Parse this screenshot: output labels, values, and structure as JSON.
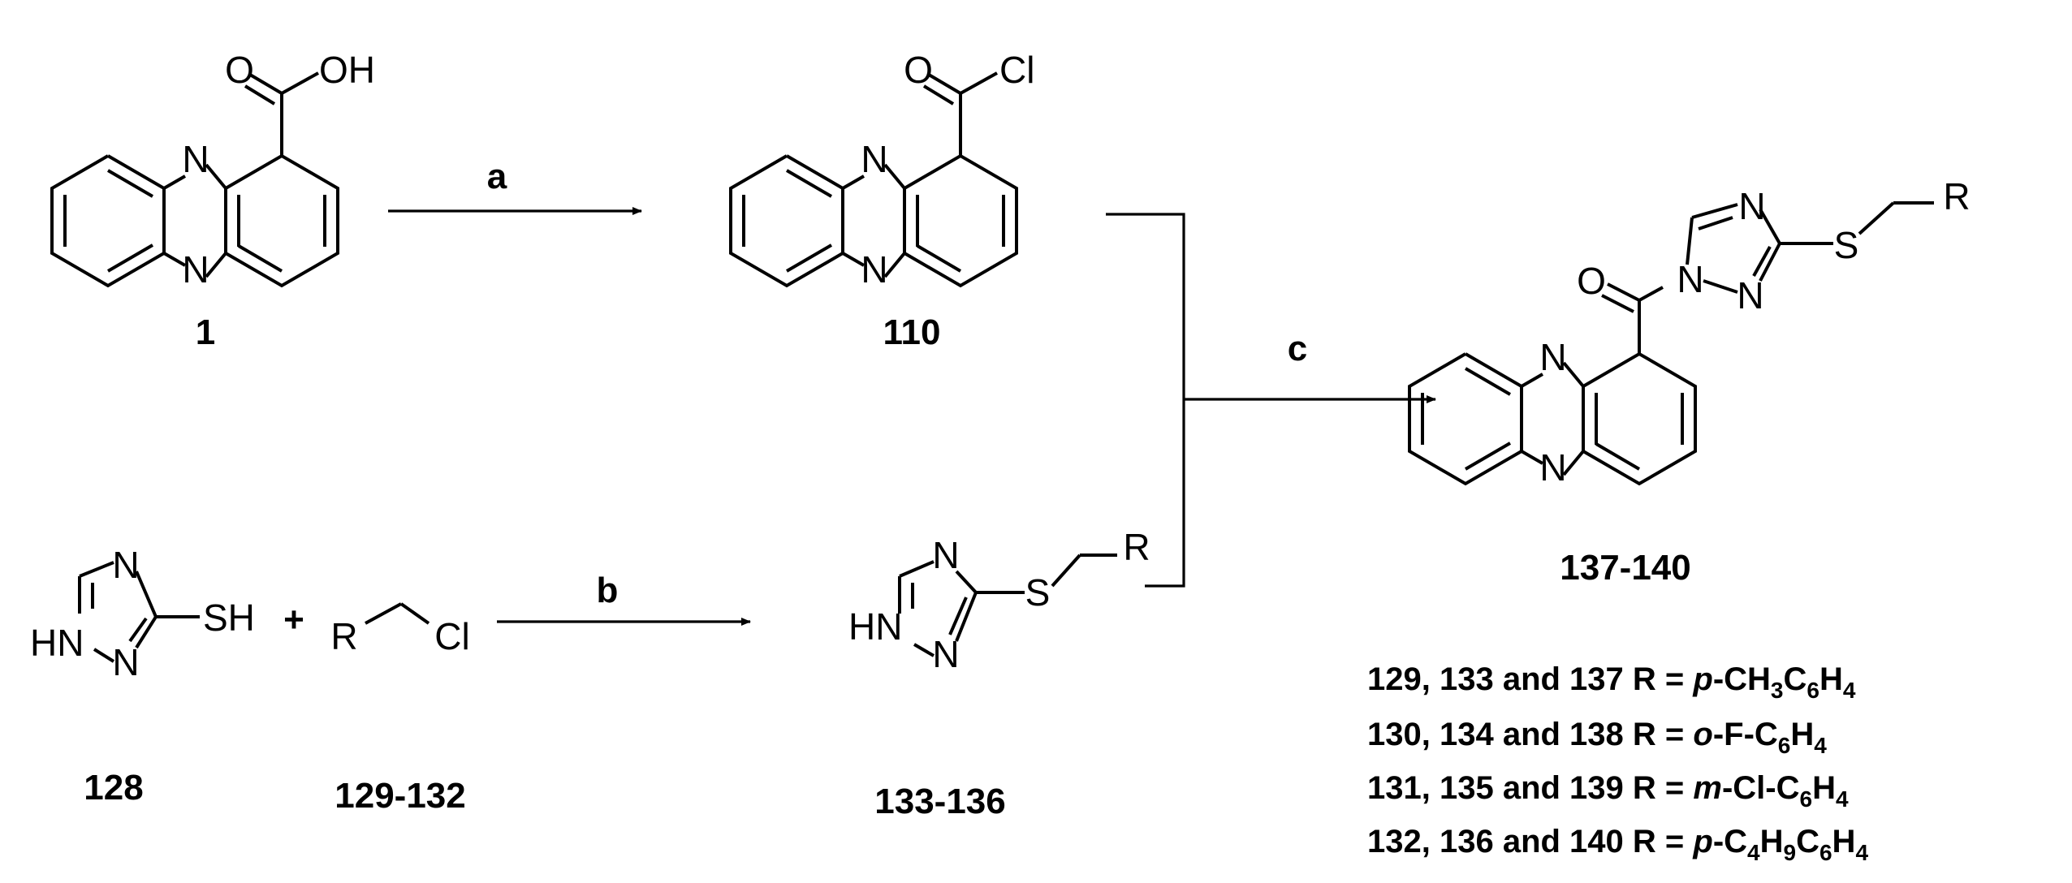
{
  "atoms": {
    "N": "N",
    "O": "O",
    "OH": "OH",
    "Cl": "Cl",
    "S": "S",
    "SH": "SH",
    "R": "R",
    "HN": "HN",
    "plus": "+"
  },
  "compounds": {
    "c1": "1",
    "c110": "110",
    "c128": "128",
    "c129_132": "129-132",
    "c133_136": "133-136",
    "c137_140": "137-140"
  },
  "reagents": {
    "a": "a",
    "b": "b",
    "c": "c"
  },
  "legend": [
    {
      "ids": "129, 133 and 137 R = ",
      "pre": "p",
      "mid": "-CH",
      "s1": "3",
      "m2": "C",
      "s2": "6",
      "m3": "H",
      "s3": "4",
      "tail": ""
    },
    {
      "ids": "130, 134 and 138 R = ",
      "pre": "o",
      "mid": "-F-C",
      "s1": "6",
      "m2": "H",
      "s2": "4",
      "m3": "",
      "s3": "",
      "tail": ""
    },
    {
      "ids": "131, 135 and 139 R = ",
      "pre": "m",
      "mid": "-Cl-C",
      "s1": "6",
      "m2": "H",
      "s2": "4",
      "m3": "",
      "s3": "",
      "tail": ""
    },
    {
      "ids": "132, 136 and 140 R = ",
      "pre": "p",
      "mid": "-C",
      "s1": "4",
      "m2": "H",
      "s2": "9",
      "m3": "C",
      "s3": "6",
      "tail": "H",
      "s4": "4"
    }
  ]
}
